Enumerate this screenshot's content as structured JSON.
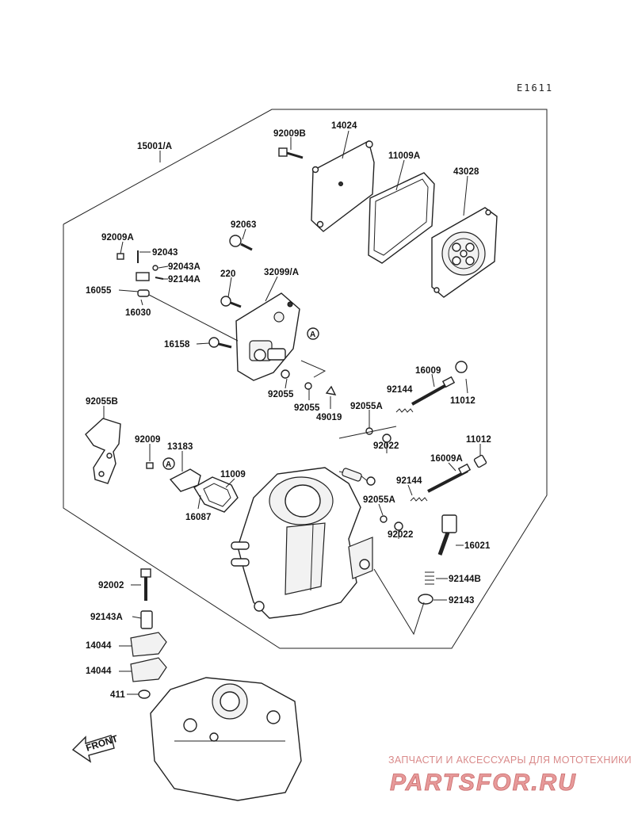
{
  "diagram_code": "E1611",
  "parts": [
    {
      "id": "p15001A",
      "text": "15001/A"
    },
    {
      "id": "p92009B",
      "text": "92009B"
    },
    {
      "id": "p14024",
      "text": "14024"
    },
    {
      "id": "p11009A",
      "text": "11009A"
    },
    {
      "id": "p43028",
      "text": "43028"
    },
    {
      "id": "p92063",
      "text": "92063"
    },
    {
      "id": "p92009A",
      "text": "92009A"
    },
    {
      "id": "p92043",
      "text": "92043"
    },
    {
      "id": "p92043A",
      "text": "92043A"
    },
    {
      "id": "p92144A",
      "text": "92144A"
    },
    {
      "id": "p16055",
      "text": "16055"
    },
    {
      "id": "p220",
      "text": "220"
    },
    {
      "id": "p32099A",
      "text": "32099/A"
    },
    {
      "id": "p16030",
      "text": "16030"
    },
    {
      "id": "p16158",
      "text": "16158"
    },
    {
      "id": "p92055a",
      "text": "92055"
    },
    {
      "id": "p92055b",
      "text": "92055"
    },
    {
      "id": "p49019",
      "text": "49019"
    },
    {
      "id": "p16009",
      "text": "16009"
    },
    {
      "id": "p92144",
      "text": "92144"
    },
    {
      "id": "p11012a",
      "text": "11012"
    },
    {
      "id": "p92055Aa",
      "text": "92055A"
    },
    {
      "id": "p92022a",
      "text": "92022"
    },
    {
      "id": "p92055B",
      "text": "92055B"
    },
    {
      "id": "p92009",
      "text": "92009"
    },
    {
      "id": "p13183",
      "text": "13183"
    },
    {
      "id": "p11009",
      "text": "11009"
    },
    {
      "id": "p16087",
      "text": "16087"
    },
    {
      "id": "p11012b",
      "text": "11012"
    },
    {
      "id": "p16009A",
      "text": "16009A"
    },
    {
      "id": "p92144b",
      "text": "92144"
    },
    {
      "id": "p92055Ab",
      "text": "92055A"
    },
    {
      "id": "p92022b",
      "text": "92022"
    },
    {
      "id": "p16021",
      "text": "16021"
    },
    {
      "id": "p92144B",
      "text": "92144B"
    },
    {
      "id": "p92143",
      "text": "92143"
    },
    {
      "id": "p92002",
      "text": "92002"
    },
    {
      "id": "p92143A",
      "text": "92143A"
    },
    {
      "id": "p14044a",
      "text": "14044"
    },
    {
      "id": "p14044b",
      "text": "14044"
    },
    {
      "id": "p411",
      "text": "411"
    }
  ],
  "callouts": {
    "a1": "A",
    "a2": "A"
  },
  "front_label": "FRONT",
  "watermark": {
    "tagline": "ЗАПЧАСТИ И АКСЕССУАРЫ ДЛЯ МОТОТЕХНИКИ",
    "brand": "PARTSFOR.RU"
  }
}
